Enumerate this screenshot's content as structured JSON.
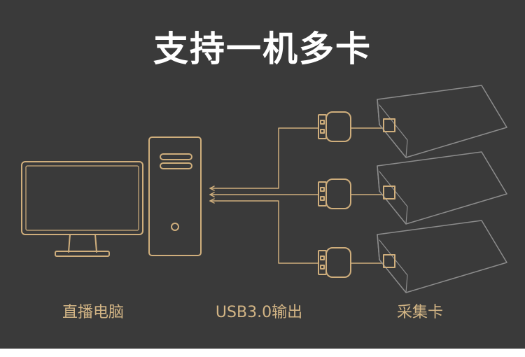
{
  "title": "支持一机多卡",
  "labels": {
    "computer": "直播电脑",
    "connection": "USB3.0输出",
    "capture_card": "采集卡"
  },
  "colors": {
    "background": "#3a3a3a",
    "line": "#cfae7c",
    "capture_card_line": "#8c8c8c",
    "label": "#d3b585",
    "title": "#ffffff"
  }
}
